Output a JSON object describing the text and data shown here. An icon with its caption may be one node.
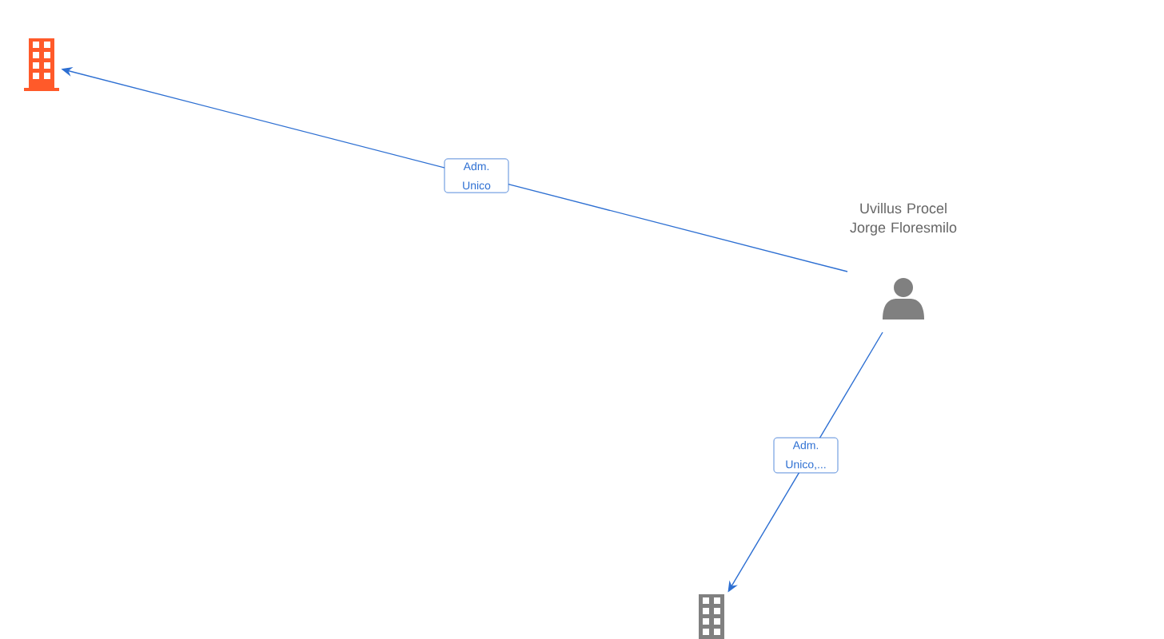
{
  "diagram": {
    "nodes": [
      {
        "text": [],
        "shape": "building"
      },
      {
        "text": [
          "Uvillus Procel Jorge Floresmilo"
        ]
      },
      {
        "text": [],
        "shape": "building"
      }
    ],
    "edges": [
      {
        "from": 1,
        "to": 0,
        "arrow": "to",
        "label": "Adm. Unico"
      },
      {
        "from": 1,
        "to": 2,
        "arrow": "to",
        "label": "Adm. Unico,..."
      }
    ]
  }
}
